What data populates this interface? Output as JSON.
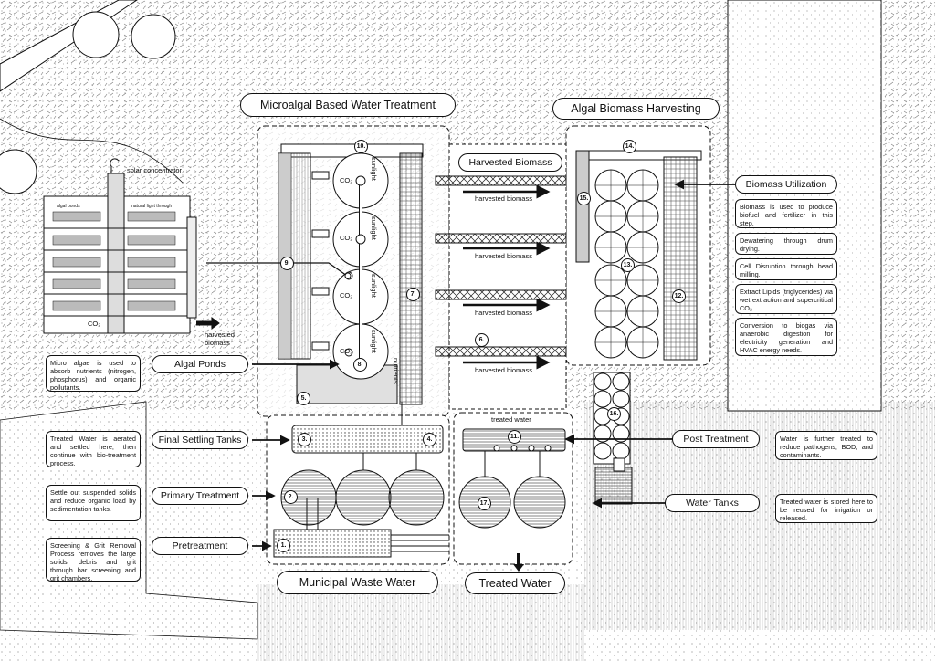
{
  "titles": {
    "microalgal": "Microalgal Based Water Treatment",
    "harvesting": "Algal Biomass Harvesting",
    "municipal": "Municipal Waste Water",
    "treated": "Treated Water"
  },
  "stage_labels": {
    "harvested_biomass": "Harvested Biomass",
    "biomass_utilization": "Biomass Utilization",
    "algal_ponds": "Algal Ponds",
    "final_settling": "Final Settling Tanks",
    "primary_treatment": "Primary Treatment",
    "pretreatment": "Pretreatment",
    "post_treatment": "Post Treatment",
    "water_tanks": "Water Tanks"
  },
  "notes": {
    "micro_algae": "Micro algae is used to absorb nutrients (nitrogen, phosphorus) and organic pollutants.",
    "treated_aerated": "Treated Water is aerated and settled here, then continue with bio-treatment process.",
    "settle_out": "Settle out suspended solids and reduce organic load by sedimentation tanks.",
    "screening": "Screening & Grit Removal Process removes the large solids, debris and grit through bar screening and grit chambers.",
    "post_treated": "Water is further treated to reduce pathogens, BOD, and contaminants.",
    "stored": "Treated water is stored here to be reused for irrigation or released.",
    "biofuel": "Biomass is used to produce biofuel and fertilizer in this step.",
    "dewatering": "Dewatering through drum drying.",
    "cell_disruption": "Cell Disruption through bead milling.",
    "lipids": "Extract Lipids (triglycerides) via wet extraction and supercritical CO₂.",
    "biogas": "Conversion to biogas via anaerobic digestion for electricity generation and HVAC energy needs."
  },
  "small_labels": {
    "solar_concentrator": "solar concentrator",
    "algal_ponds_small": "algal ponds",
    "natural_light": "natural light through",
    "co2": "CO₂",
    "harvested_out": "harvested biomass",
    "treated_water_small": "treated water",
    "sunlight": "sunlight",
    "nutrients": "nutrients",
    "harvested_arrow": "harvested biomass"
  },
  "numbers": [
    "1.",
    "2.",
    "3.",
    "4.",
    "5.",
    "6.",
    "7.",
    "8.",
    "9.",
    "10.",
    "11.",
    "12.",
    "13.",
    "14.",
    "15.",
    "16.",
    "17."
  ],
  "colors": {
    "ink": "#111111",
    "panel": "#ffffff",
    "band": "#c8c8c8",
    "stipple": "#9a9a9a"
  }
}
